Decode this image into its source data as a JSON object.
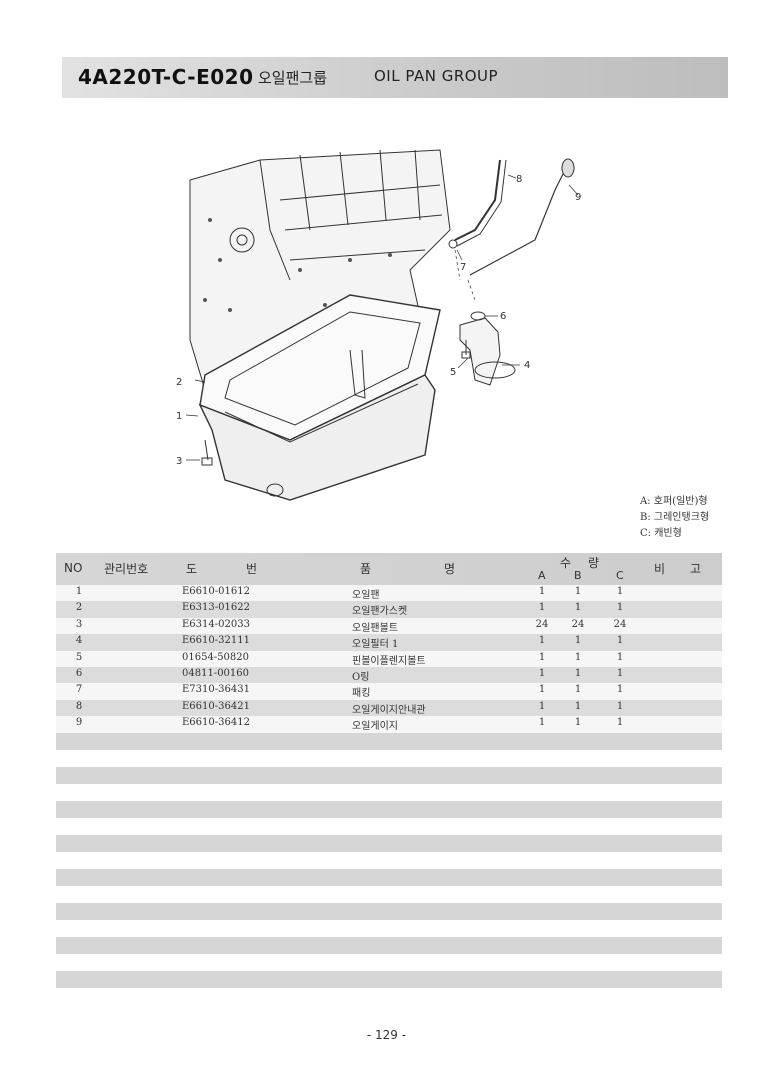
{
  "header": {
    "code": "4A220T-C-E020",
    "title_kr": "오일팬그룹",
    "title_en": "OIL PAN GROUP"
  },
  "diagram": {
    "callouts": [
      "1",
      "2",
      "3",
      "4",
      "5",
      "6",
      "7",
      "8",
      "9"
    ]
  },
  "legend": [
    "A: 호퍼(일반)형",
    "B: 그레인탱크형",
    "C: 캐빈형"
  ],
  "table": {
    "headers": {
      "no": "NO",
      "mgmt": "관리번호",
      "do": "도",
      "beon": "번",
      "pum": "품",
      "myeong": "명",
      "su": "수",
      "ryang": "량",
      "a": "A",
      "b": "B",
      "c": "C",
      "bi": "비",
      "go": "고"
    },
    "rows": [
      {
        "no": "1",
        "part": "E6610-01612",
        "name": "오일팬",
        "a": "1",
        "b": "1",
        "c": "1"
      },
      {
        "no": "2",
        "part": "E6313-01622",
        "name": "오일팬가스켓",
        "a": "1",
        "b": "1",
        "c": "1"
      },
      {
        "no": "3",
        "part": "E6314-02033",
        "name": "오일팬볼트",
        "a": "24",
        "b": "24",
        "c": "24"
      },
      {
        "no": "4",
        "part": "E6610-32111",
        "name": "오일필터 1",
        "a": "1",
        "b": "1",
        "c": "1"
      },
      {
        "no": "5",
        "part": "01654-50820",
        "name": "핀볼이플렌지볼트",
        "a": "1",
        "b": "1",
        "c": "1"
      },
      {
        "no": "6",
        "part": "04811-00160",
        "name": "O링",
        "a": "1",
        "b": "1",
        "c": "1"
      },
      {
        "no": "7",
        "part": "E7310-36431",
        "name": "패킹",
        "a": "1",
        "b": "1",
        "c": "1"
      },
      {
        "no": "8",
        "part": "E6610-36421",
        "name": "오일게이지안내관",
        "a": "1",
        "b": "1",
        "c": "1"
      },
      {
        "no": "9",
        "part": "E6610-36412",
        "name": "오일게이지",
        "a": "1",
        "b": "1",
        "c": "1"
      }
    ]
  },
  "page_number": "- 129 -"
}
